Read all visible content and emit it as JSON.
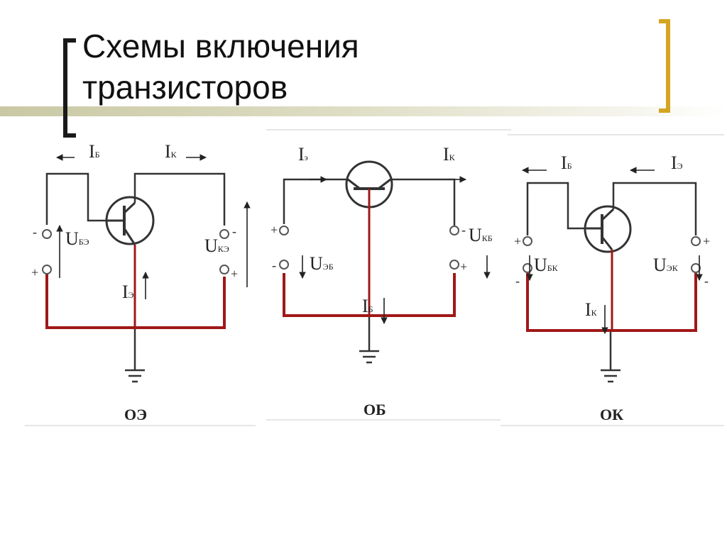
{
  "title": {
    "line1": "Схемы включения",
    "line2": "транзисторов"
  },
  "colors": {
    "wire": "#333333",
    "common_wire": "#a01818",
    "accent_bracket": "#d4a520"
  },
  "circuits": {
    "oe": {
      "caption": "ОЭ",
      "ib": "I",
      "ib_sub": "Б",
      "ik": "I",
      "ik_sub": "К",
      "ie": "I",
      "ie_sub": "Э",
      "ube": "U",
      "ube_sub": "БЭ",
      "uke": "U",
      "uke_sub": "КЭ",
      "minus": "-",
      "plus": "+"
    },
    "ob": {
      "caption": "ОБ",
      "ie": "I",
      "ie_sub": "э",
      "ik": "I",
      "ik_sub": "К",
      "ib": "I",
      "ib_sub": "Б",
      "ueb": "U",
      "ueb_sub": "ЭБ",
      "ukb": "U",
      "ukb_sub": "КБ",
      "minus": "-",
      "plus": "+"
    },
    "ok": {
      "caption": "ОК",
      "ib": "I",
      "ib_sub": "Б",
      "ie": "I",
      "ie_sub": "Э",
      "ik": "I",
      "ik_sub": "К",
      "ubk": "U",
      "ubk_sub": "БК",
      "uek": "U",
      "uek_sub": "ЭК",
      "minus": "-",
      "plus": "+"
    }
  }
}
